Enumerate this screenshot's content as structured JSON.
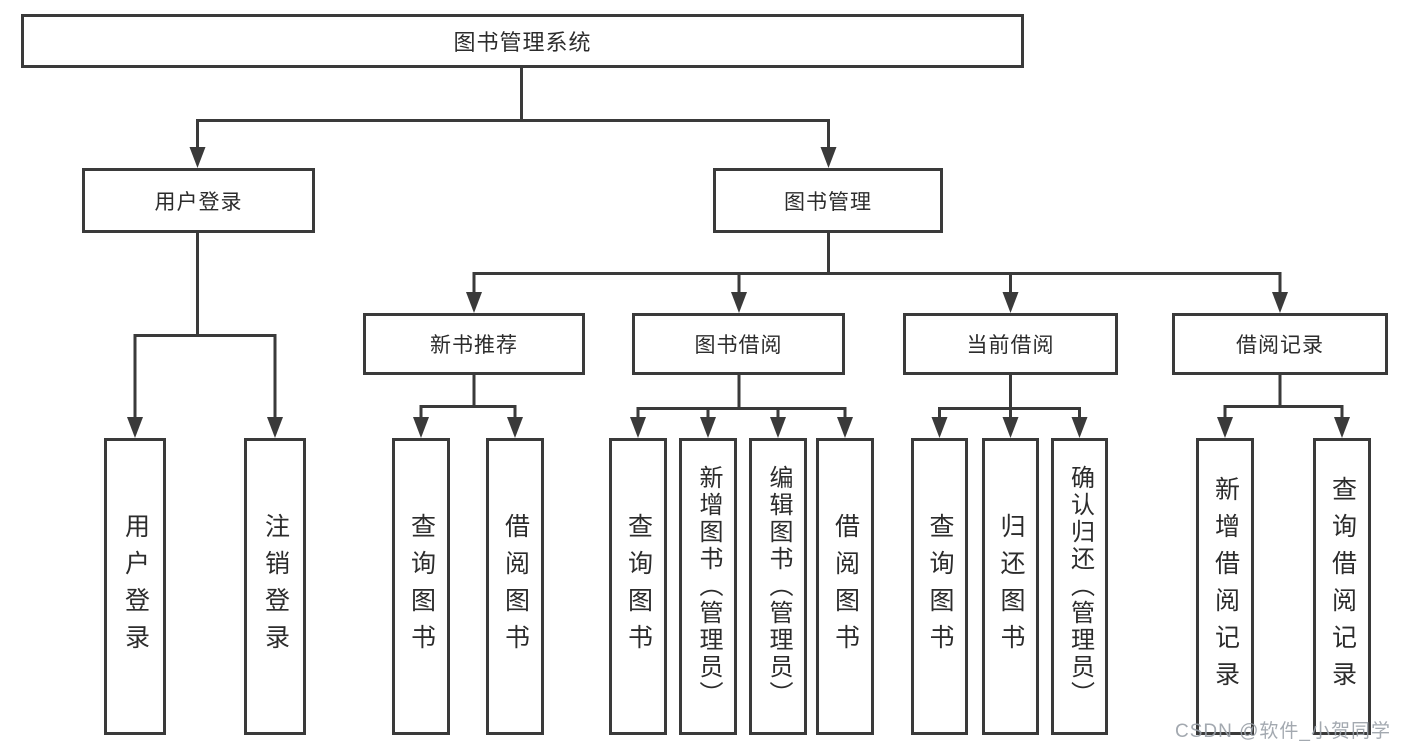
{
  "diagram": {
    "root": {
      "label": "图书管理系统"
    },
    "level2": [
      {
        "label": "用户登录"
      },
      {
        "label": "图书管理"
      }
    ],
    "level3": [
      {
        "label": "新书推荐"
      },
      {
        "label": "图书借阅"
      },
      {
        "label": "当前借阅"
      },
      {
        "label": "借阅记录"
      }
    ],
    "leaves": {
      "user_login": [
        {
          "label": "用户登录"
        },
        {
          "label": "注销登录"
        }
      ],
      "new_books": [
        {
          "label": "查询图书"
        },
        {
          "label": "借阅图书"
        }
      ],
      "book_borrow": [
        {
          "label": "查询图书"
        },
        {
          "label": "新增图书（管理员）"
        },
        {
          "label": "编辑图书（管理员）"
        },
        {
          "label": "借阅图书"
        }
      ],
      "current_borrow": [
        {
          "label": "查询图书"
        },
        {
          "label": "归还图书"
        },
        {
          "label": "确认归还（管理员）"
        }
      ],
      "borrow_records": [
        {
          "label": "新增借阅记录"
        },
        {
          "label": "查询借阅记录"
        }
      ]
    }
  },
  "watermark": {
    "text": "CSDN @软件_小贺同学"
  },
  "colors": {
    "line": "#3a3a3a",
    "text": "#2c2c2c",
    "box_background": "#ffffff",
    "watermark": "#9aa0a8"
  }
}
